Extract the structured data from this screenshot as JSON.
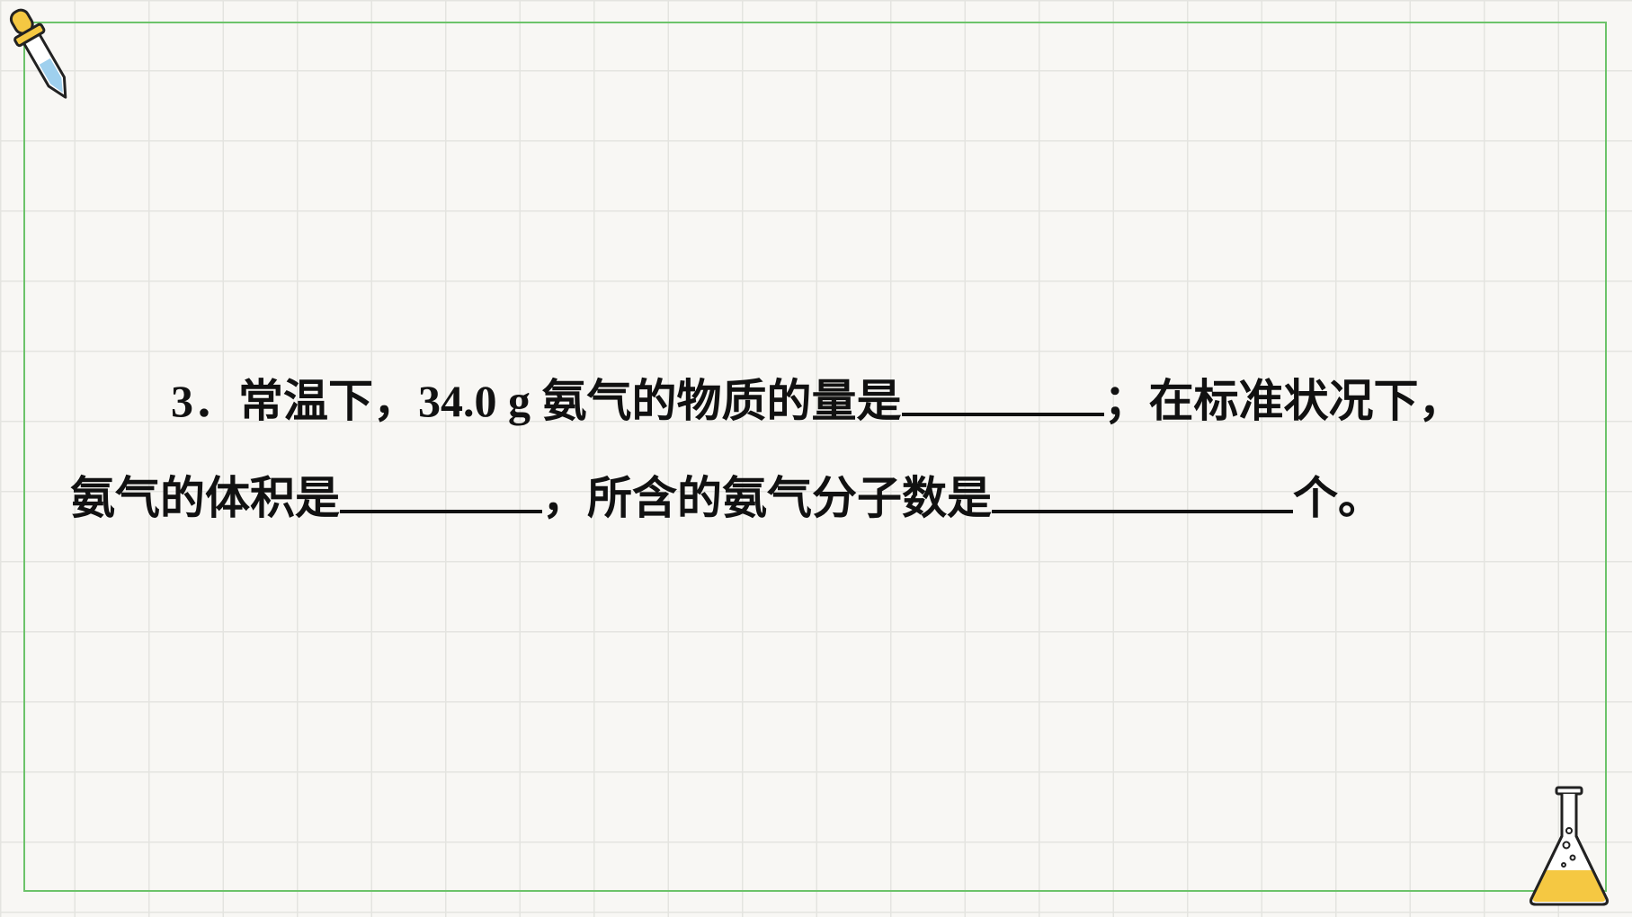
{
  "question": {
    "number": "3．",
    "line1_text1": "常温下，34.0 g 氨气的物质的量是",
    "line1_text2": "；在标准状况下，",
    "line2_text1": "氨气的体积是",
    "line2_text2": "，所含的氨气分子数是",
    "line2_text3": "个。"
  },
  "decorations": {
    "top_left_icon": "dropper-icon",
    "bottom_right_icon": "flask-icon",
    "frame_color": "#6cc36a",
    "accent_yellow": "#f5c842",
    "accent_blue": "#9fd0ee"
  }
}
